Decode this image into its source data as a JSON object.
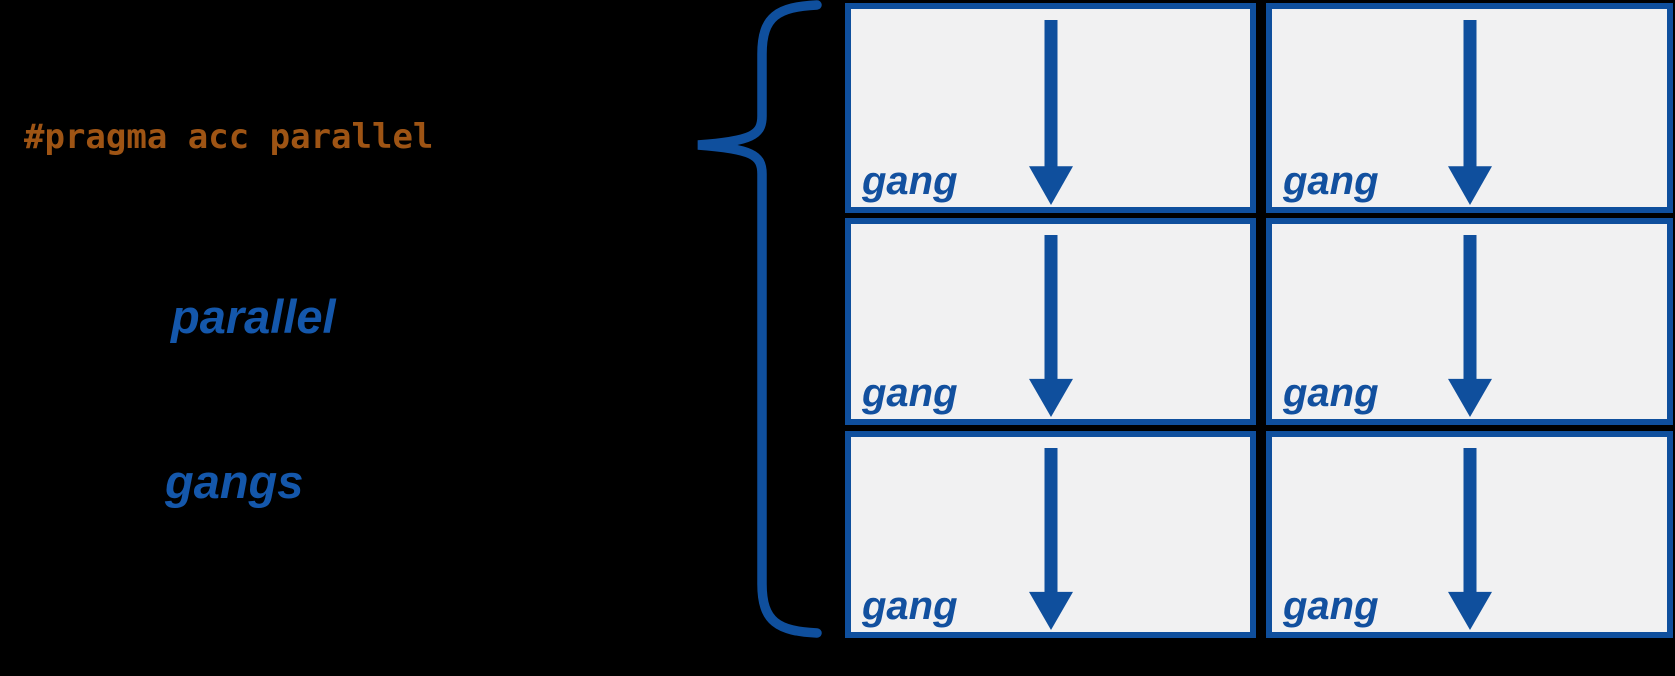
{
  "code_annotation": "#pragma acc parallel",
  "labels": {
    "parallel": "parallel",
    "gangs": "gangs"
  },
  "grid": {
    "rows": 3,
    "columns": 2,
    "cells": [
      {
        "label": "gang"
      },
      {
        "label": "gang"
      },
      {
        "label": "gang"
      },
      {
        "label": "gang"
      },
      {
        "label": "gang"
      },
      {
        "label": "gang"
      }
    ]
  },
  "icons": {
    "brace": "left-curly-brace-icon",
    "arrow": "down-arrow-icon"
  },
  "colors": {
    "background": "#000000",
    "box_fill": "#F1F1F2",
    "diagram_blue": "#0F4F9D",
    "keyword_blue": "#1457AB",
    "code_orange": "#9E5414"
  }
}
